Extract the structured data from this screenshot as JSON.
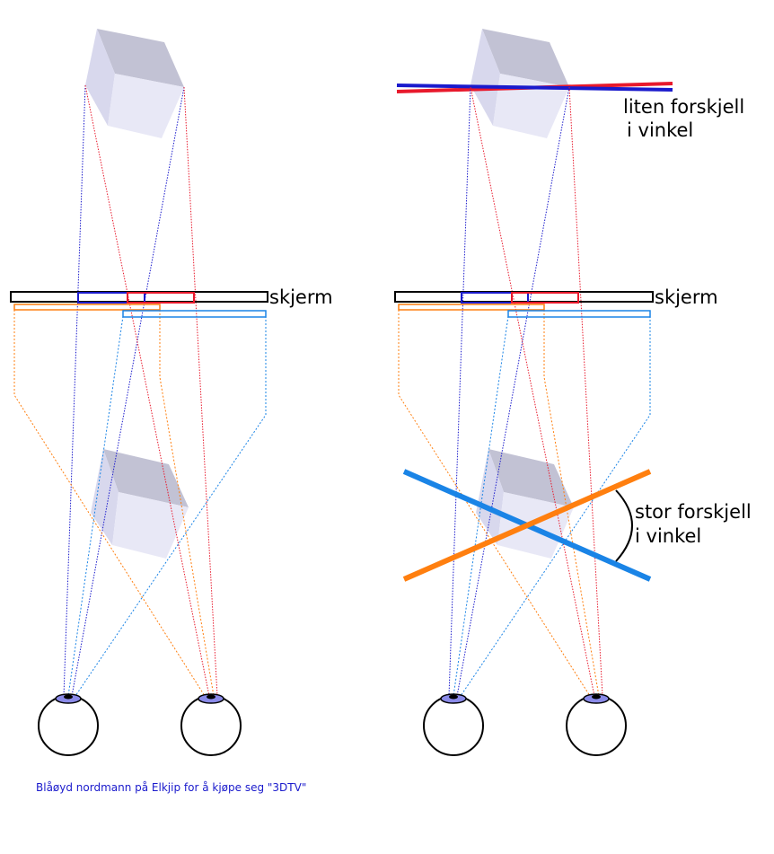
{
  "labels": {
    "screen_left": "skjerm",
    "screen_right": "skjerm",
    "small_angle_line1": "liten forskjell",
    "small_angle_line2": "i vinkel",
    "large_angle_line1": "stor forskjell",
    "large_angle_line2": "i vinkel"
  },
  "caption": "Blåøyd nordmann på Elkjip for å kjøpe seg \"3DTV\"",
  "colors": {
    "red": "#e8192c",
    "blue": "#1a1acc",
    "orange": "#ff7f0f",
    "light_blue": "#1a84e6",
    "caption": "#1a1acc",
    "cube_top": "#bcbcd0",
    "cube_left": "#d4d4ec",
    "cube_right": "#e6e6f6",
    "iris": "#8a8ae8"
  }
}
